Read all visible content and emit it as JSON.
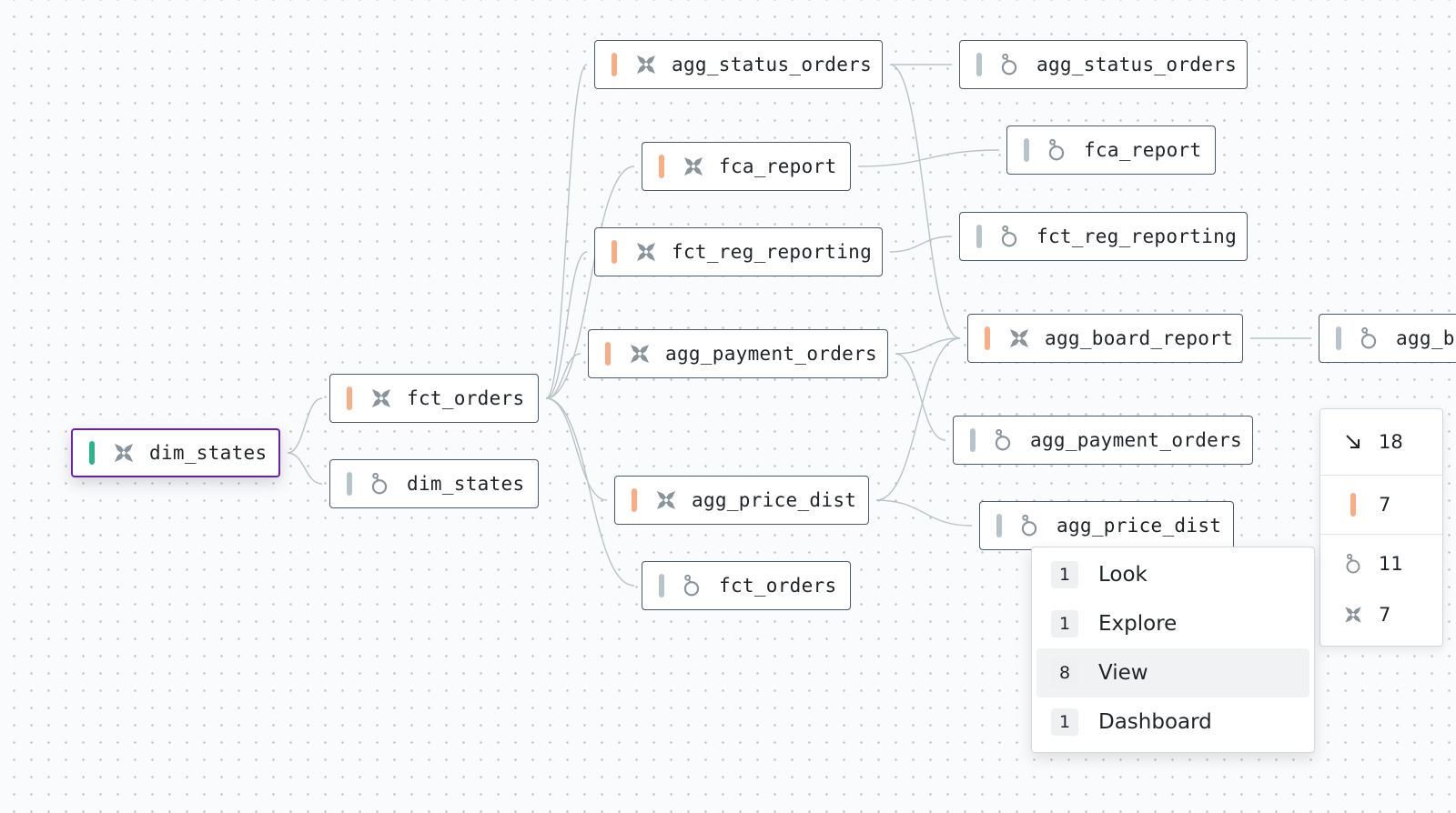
{
  "colors": {
    "teal": "#2fb38a",
    "orange": "#f7ad86",
    "gray": "#b8c4cc",
    "selected_border": "#6b21a8"
  },
  "nodes": [
    {
      "id": "dim_states_model",
      "label": "dim_states",
      "icon": "dbt-model-icon",
      "color": "teal",
      "selected": true
    },
    {
      "id": "fct_orders_model",
      "label": "fct_orders",
      "icon": "dbt-model-icon",
      "color": "orange"
    },
    {
      "id": "dim_states_view",
      "label": "dim_states",
      "icon": "looker-view-icon",
      "color": "gray"
    },
    {
      "id": "agg_status_orders_model",
      "label": "agg_status_orders",
      "icon": "dbt-model-icon",
      "color": "orange"
    },
    {
      "id": "fca_report_model",
      "label": "fca_report",
      "icon": "dbt-model-icon",
      "color": "orange"
    },
    {
      "id": "fct_reg_reporting_model",
      "label": "fct_reg_reporting",
      "icon": "dbt-model-icon",
      "color": "orange"
    },
    {
      "id": "agg_payment_orders_model",
      "label": "agg_payment_orders",
      "icon": "dbt-model-icon",
      "color": "orange"
    },
    {
      "id": "agg_price_dist_model",
      "label": "agg_price_dist",
      "icon": "dbt-model-icon",
      "color": "orange"
    },
    {
      "id": "fct_orders_view",
      "label": "fct_orders",
      "icon": "looker-view-icon",
      "color": "gray"
    },
    {
      "id": "agg_status_orders_view",
      "label": "agg_status_orders",
      "icon": "looker-view-icon",
      "color": "gray"
    },
    {
      "id": "fca_report_view",
      "label": "fca_report",
      "icon": "looker-view-icon",
      "color": "gray"
    },
    {
      "id": "fct_reg_reporting_view",
      "label": "fct_reg_reporting",
      "icon": "looker-view-icon",
      "color": "gray"
    },
    {
      "id": "agg_board_report_model",
      "label": "agg_board_report",
      "icon": "dbt-model-icon",
      "color": "orange"
    },
    {
      "id": "agg_payment_orders_view",
      "label": "agg_payment_orders",
      "icon": "looker-view-icon",
      "color": "gray"
    },
    {
      "id": "agg_price_dist_view",
      "label": "agg_price_dist",
      "icon": "looker-view-icon",
      "color": "gray"
    },
    {
      "id": "agg_board_report_view",
      "label": "agg_bo",
      "icon": "looker-view-icon",
      "color": "gray"
    }
  ],
  "edges": [
    {
      "from": "dim_states_model",
      "to": "fct_orders_model"
    },
    {
      "from": "dim_states_model",
      "to": "dim_states_view"
    },
    {
      "from": "fct_orders_model",
      "to": "agg_status_orders_model"
    },
    {
      "from": "fct_orders_model",
      "to": "fca_report_model"
    },
    {
      "from": "fct_orders_model",
      "to": "fct_reg_reporting_model"
    },
    {
      "from": "fct_orders_model",
      "to": "agg_payment_orders_model"
    },
    {
      "from": "fct_orders_model",
      "to": "agg_price_dist_model"
    },
    {
      "from": "fct_orders_model",
      "to": "fct_orders_view"
    },
    {
      "from": "agg_status_orders_model",
      "to": "agg_status_orders_view"
    },
    {
      "from": "agg_status_orders_model",
      "to": "agg_board_report_model"
    },
    {
      "from": "fca_report_model",
      "to": "fca_report_view"
    },
    {
      "from": "fct_reg_reporting_model",
      "to": "fct_reg_reporting_view"
    },
    {
      "from": "agg_payment_orders_model",
      "to": "agg_board_report_model"
    },
    {
      "from": "agg_payment_orders_model",
      "to": "agg_payment_orders_view"
    },
    {
      "from": "agg_price_dist_model",
      "to": "agg_board_report_model"
    },
    {
      "from": "agg_price_dist_model",
      "to": "agg_price_dist_view"
    },
    {
      "from": "agg_board_report_model",
      "to": "agg_board_report_view"
    }
  ],
  "stats": {
    "downstream_total": "18",
    "dbt_models": "7",
    "looker_total": "11",
    "model_icon_count": "7"
  },
  "menu": {
    "items": [
      {
        "count": "1",
        "label": "Look"
      },
      {
        "count": "1",
        "label": "Explore"
      },
      {
        "count": "8",
        "label": "View",
        "active": true
      },
      {
        "count": "1",
        "label": "Dashboard"
      }
    ]
  }
}
